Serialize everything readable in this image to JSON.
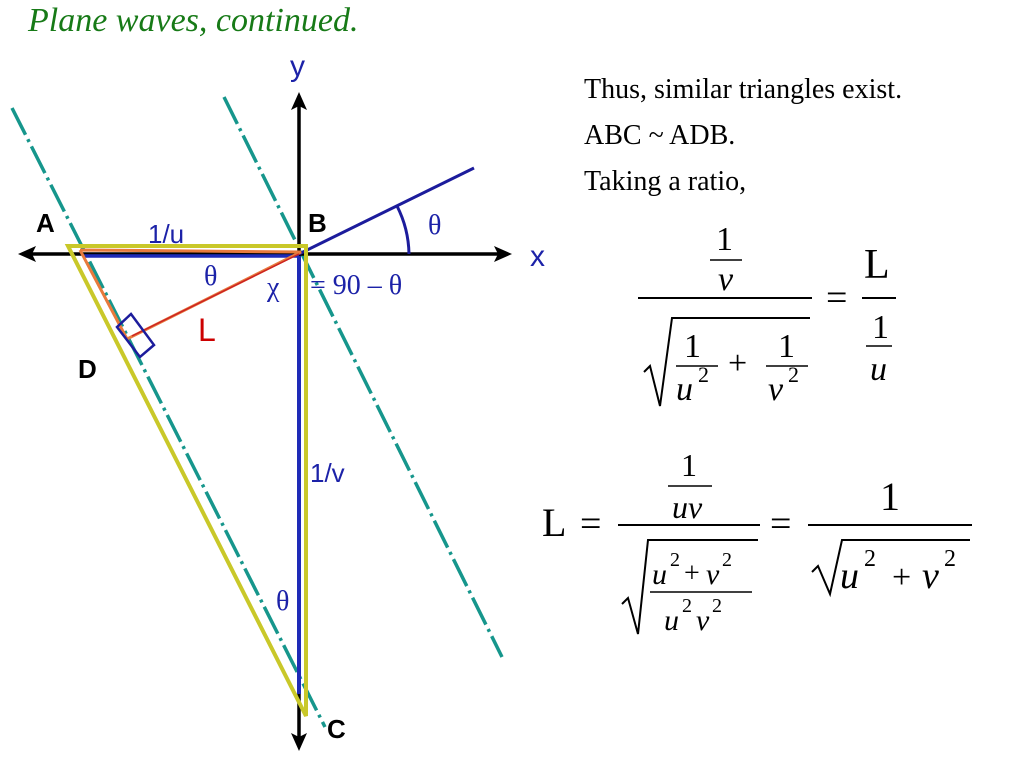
{
  "title": "Plane waves, continued.",
  "text_lines": [
    "Thus, similar triangles exist.",
    "ABC ~ ADB.",
    "Taking a ratio,"
  ],
  "diagram": {
    "axis_x_label": "x",
    "axis_y_label": "y",
    "points": {
      "A": "A",
      "B": "B",
      "C": "C",
      "D": "D"
    },
    "segment_ab_label": "1/u",
    "segment_bc_label": "1/v",
    "segment_bd_label": "L",
    "angle_theta_label": "θ",
    "angle_chi_label": "χ",
    "chi_relation": "= 90 – θ",
    "colors": {
      "axes": "#000000",
      "triangle_abc": "#c9c829",
      "wavefront": "#16968c",
      "segment_blue": "#1e2ab7",
      "segment_l": "#e87a3c",
      "l_label": "#cc0000",
      "labels_blue": "#1c22a8",
      "title": "#177a17"
    }
  },
  "equation1": {
    "num": "1",
    "v": "v",
    "u": "u",
    "plus": "+",
    "sq": "2",
    "equals": "=",
    "L": "L"
  },
  "equation2": {
    "L": "L",
    "equals": "=",
    "uv": "uv",
    "one": "1",
    "plus": "+",
    "sq": "2"
  }
}
